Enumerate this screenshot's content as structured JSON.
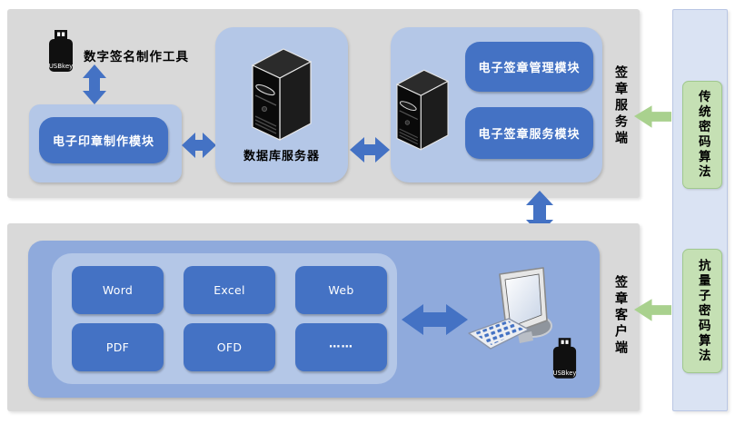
{
  "diagram_title": "electronic-signature-system-architecture",
  "colors": {
    "accent_blue": "#4472C4",
    "light_blue": "#B4C7E7",
    "medium_blue": "#8FAADC",
    "panel_gray": "#D9D9D9",
    "column_blue": "#DAE3F3",
    "green_fill": "#C5E0B4",
    "green_arrow": "#A9D18E"
  },
  "top_panel": {
    "usbkey_label": "USBkey",
    "tool_label": "数字签名制作工具",
    "seal_module": "电子印章制作模块",
    "db_server": "数据库服务器",
    "mgmt_module": "电子签章管理模块",
    "svc_module": "电子签章服务模块",
    "side_label": "签章服务端"
  },
  "bottom_panel": {
    "doc_types": [
      "Word",
      "Excel",
      "Web",
      "PDF",
      "OFD",
      "……"
    ],
    "usbkey_label": "USBkey",
    "side_label": "签章客户端"
  },
  "right_panel": {
    "top_label": "传统密码算法",
    "bottom_label": "抗量子密码算法"
  }
}
